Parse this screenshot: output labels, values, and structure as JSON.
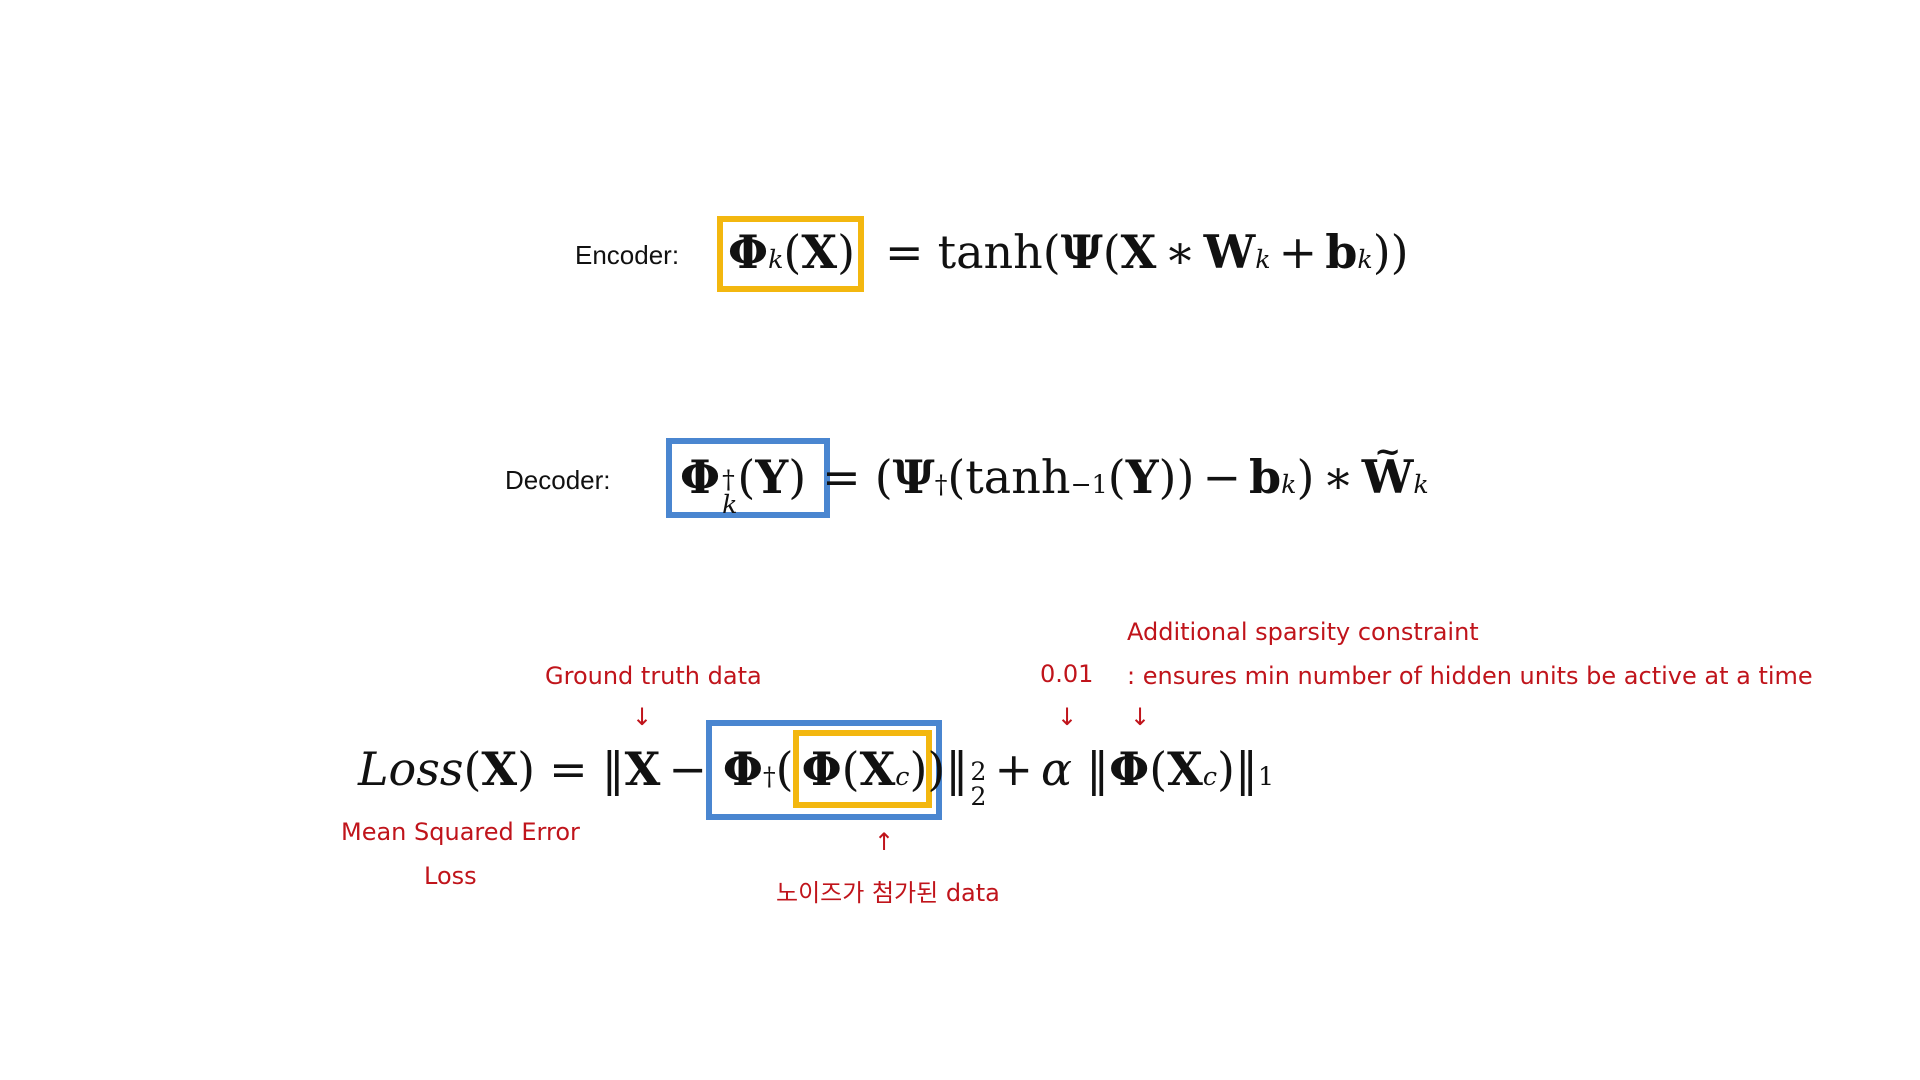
{
  "labels": {
    "encoder": "Encoder:",
    "decoder": "Decoder:"
  },
  "annotations": {
    "ground_truth": "Ground truth data",
    "alpha_value": "0.01",
    "sparsity_title": "Additional sparsity constraint",
    "sparsity_desc": ": ensures min number of hidden units be active at a time",
    "mse_line1": "Mean Squared Error",
    "mse_line2": "Loss",
    "noisy_data": "노이즈가 첨가된 data"
  },
  "arrows": {
    "down": "↓",
    "up": "↑"
  },
  "colors": {
    "yellow_box": "#f3b70f",
    "blue_box": "#4a86d0",
    "annotation_red": "#c0141b"
  }
}
